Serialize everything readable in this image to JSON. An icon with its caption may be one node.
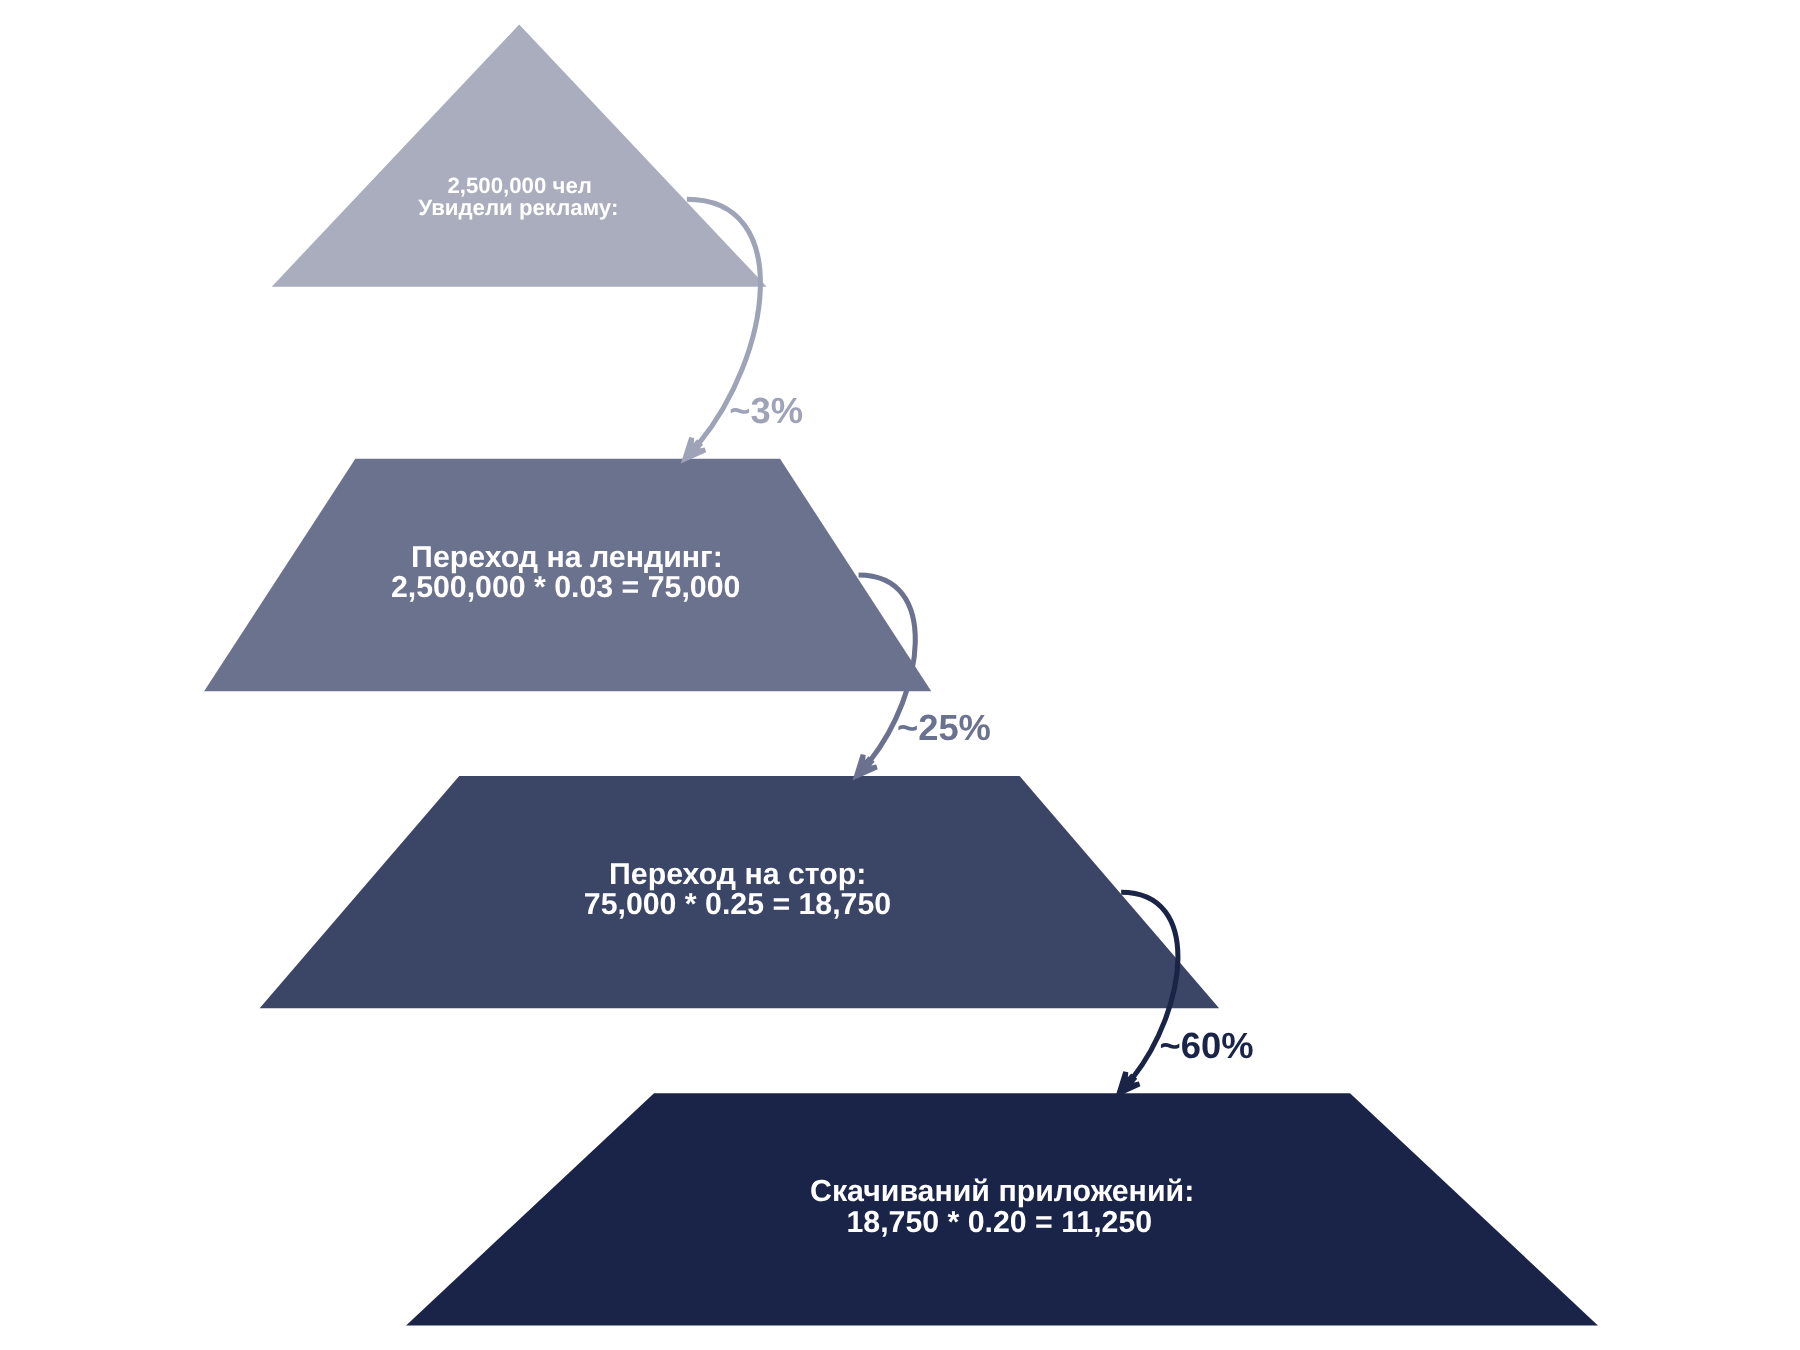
{
  "diagram": {
    "nodes": [
      {
        "text": [
          "2,500,000 чел Увидели рекламу:"
        ]
      },
      {
        "text": [
          "Переход на лендинг: 2,500,000 * 0.03 = 75,000"
        ]
      },
      {
        "text": [
          "Переход на стор: 75,000 * 0.25 = 18,750"
        ]
      },
      {
        "text": [
          "Скачиваний приложений: 18,750 * 0.20 = 11,250"
        ]
      }
    ],
    "edges": [
      {
        "from": 0,
        "to": 1,
        "arrow": "to",
        "label": "~3%",
        "color": "#9ea3b8"
      },
      {
        "from": 1,
        "to": 2,
        "arrow": "to",
        "label": "~25%",
        "color": "#6b7290"
      },
      {
        "from": 2,
        "to": 3,
        "arrow": "to",
        "label": "~60%",
        "color": "#1a2447"
      }
    ]
  }
}
